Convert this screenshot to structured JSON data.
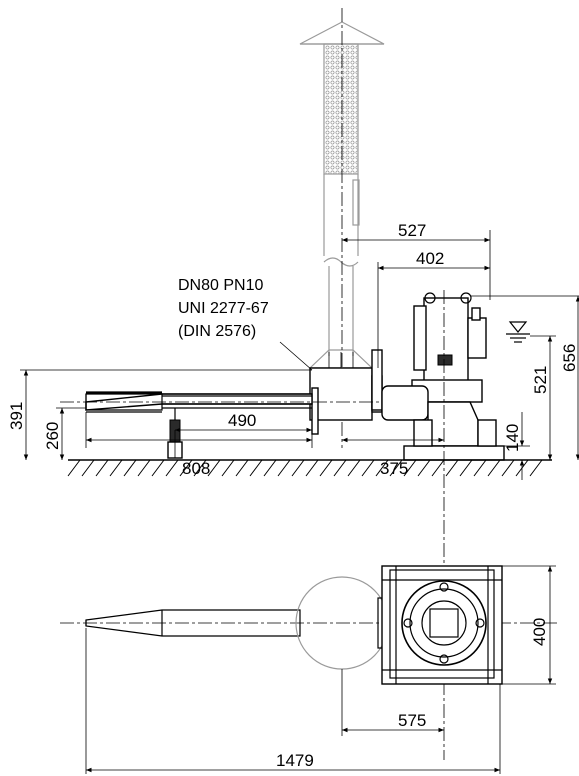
{
  "drawing": {
    "flange_spec": {
      "line1": "DN80 PN10",
      "line2": "UNI 2277-67",
      "line3": "(DIN 2576)"
    },
    "dimensions": {
      "d527": "527",
      "d402": "402",
      "d656": "656",
      "d521": "521",
      "d140": "140",
      "d391": "391",
      "d260": "260",
      "d490": "490",
      "d808": "808",
      "d375": "375",
      "d400": "400",
      "d575": "575",
      "d1479": "1479"
    }
  }
}
